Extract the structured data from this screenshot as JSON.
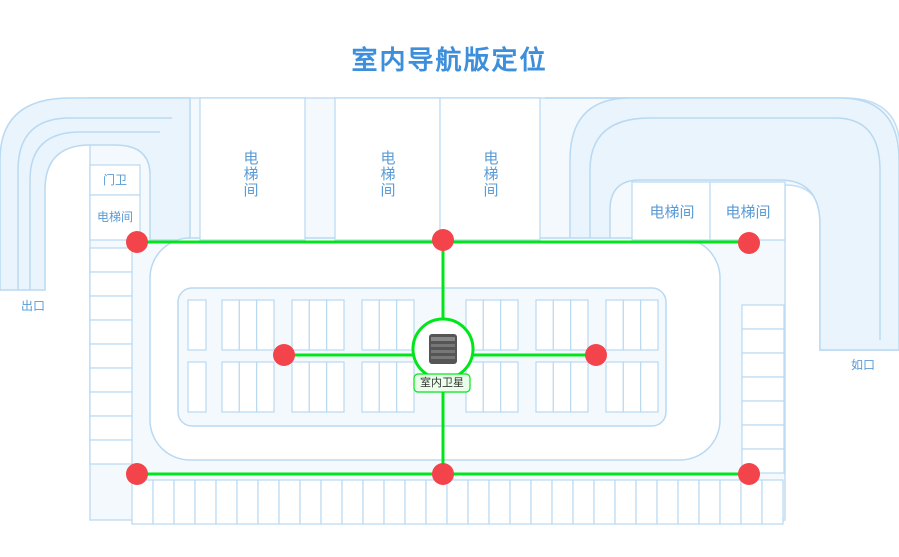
{
  "title": "室内导航版定位",
  "labels": {
    "exit": "出口",
    "entrance": "如口",
    "guard": "门卫",
    "elevator": "电梯间",
    "satellite": "室内卫星"
  },
  "colors": {
    "route": "#00e61a",
    "node": "#f2444a",
    "outline": "#b9d9f2",
    "fill": "#eaf4fc",
    "text": "#5b9bd5",
    "title": "#3d8fdb"
  },
  "nodes": [
    {
      "id": "top-left"
    },
    {
      "id": "top-center"
    },
    {
      "id": "top-right"
    },
    {
      "id": "mid-left"
    },
    {
      "id": "mid-right"
    },
    {
      "id": "bottom-left"
    },
    {
      "id": "bottom-center"
    },
    {
      "id": "bottom-right"
    }
  ]
}
